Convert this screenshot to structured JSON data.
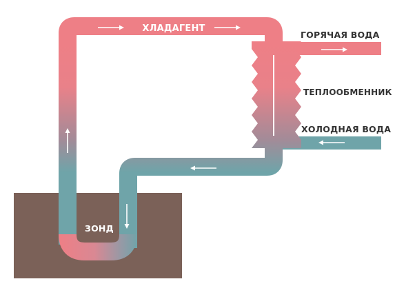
{
  "labels": {
    "refrigerant": "ХЛАДАГЕНТ",
    "hot_water": "ГОРЯЧАЯ ВОДА",
    "heat_exchanger": "ТЕПЛООБМЕННИК",
    "cold_water": "ХОЛОДНАЯ ВОДА",
    "probe": "ЗОНД"
  },
  "colors": {
    "hot": "#ee7f86",
    "cold": "#6fa4a9",
    "ground": "#7b6158",
    "arrow": "#ffffff",
    "text_dark": "#333333",
    "text_light": "#ffffff"
  }
}
